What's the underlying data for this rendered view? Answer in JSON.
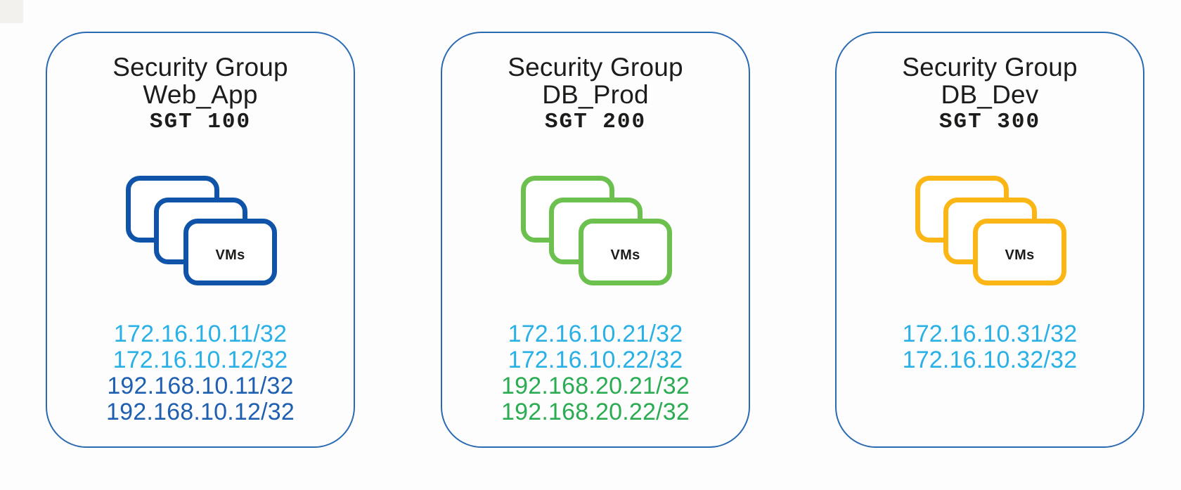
{
  "canvas": {
    "background": "#fdfdfd",
    "card_border_color": "#2a6ab2"
  },
  "colors": {
    "cyan_ip": "#29b0e6",
    "dark_blue_ip": "#1f5fb0",
    "green_ip": "#2bab52",
    "blue_icon": "#0f54a8",
    "green_icon": "#6cc04e",
    "amber_icon": "#fbb615"
  },
  "groups": [
    {
      "label": "Security Group",
      "name": "Web_App",
      "sgt": "SGT 100",
      "vm_label": "VMs",
      "icon_color": "#0f54a8",
      "ips": [
        {
          "text": "172.16.10.11/32",
          "color": "#29b0e6"
        },
        {
          "text": "172.16.10.12/32",
          "color": "#29b0e6"
        },
        {
          "text": "192.168.10.11/32",
          "color": "#1f5fb0"
        },
        {
          "text": "192.168.10.12/32",
          "color": "#1f5fb0"
        }
      ]
    },
    {
      "label": "Security Group",
      "name": "DB_Prod",
      "sgt": "SGT 200",
      "vm_label": "VMs",
      "icon_color": "#6cc04e",
      "ips": [
        {
          "text": "172.16.10.21/32",
          "color": "#29b0e6"
        },
        {
          "text": "172.16.10.22/32",
          "color": "#29b0e6"
        },
        {
          "text": "192.168.20.21/32",
          "color": "#2bab52"
        },
        {
          "text": "192.168.20.22/32",
          "color": "#2bab52"
        }
      ]
    },
    {
      "label": "Security Group",
      "name": "DB_Dev",
      "sgt": "SGT 300",
      "vm_label": "VMs",
      "icon_color": "#fbb615",
      "ips": [
        {
          "text": "172.16.10.31/32",
          "color": "#29b0e6"
        },
        {
          "text": "172.16.10.32/32",
          "color": "#29b0e6"
        }
      ]
    }
  ]
}
